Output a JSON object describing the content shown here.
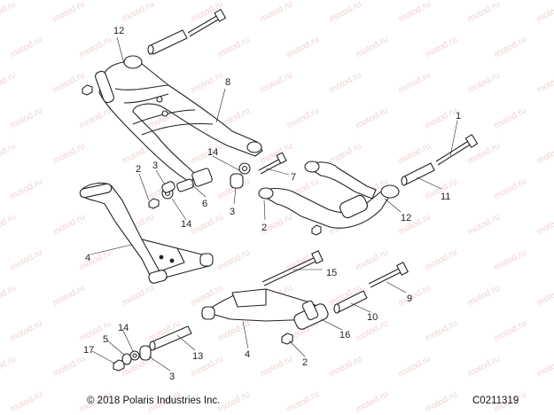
{
  "watermark": "motod.ru",
  "callouts": [
    "12",
    "8",
    "14",
    "2",
    "3",
    "1",
    "7",
    "6",
    "11",
    "2",
    "3",
    "4",
    "14",
    "12",
    "15",
    "9",
    "10",
    "16",
    "4",
    "14",
    "5",
    "17",
    "13",
    "3",
    "2"
  ],
  "footer": {
    "copyright": "© 2018 Polaris Industries Inc.",
    "code": "C0211319"
  },
  "colors": {
    "watermark": "#f0d3d3",
    "ink": "#222222"
  }
}
